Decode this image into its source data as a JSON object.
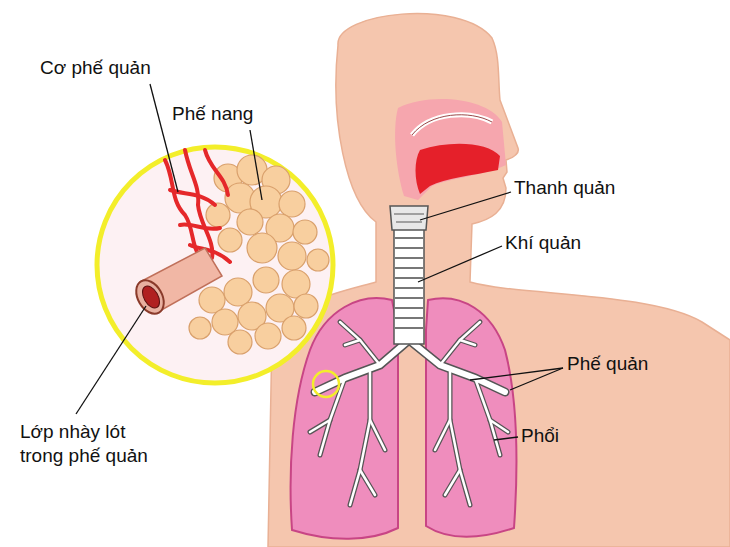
{
  "diagram": {
    "labels": [
      "Cơ phế quản",
      "Phế nang",
      "Thanh quản",
      "Khí quản",
      "Phế quản",
      "Phổi",
      "Lớp nhày lót trong phế quản"
    ]
  }
}
